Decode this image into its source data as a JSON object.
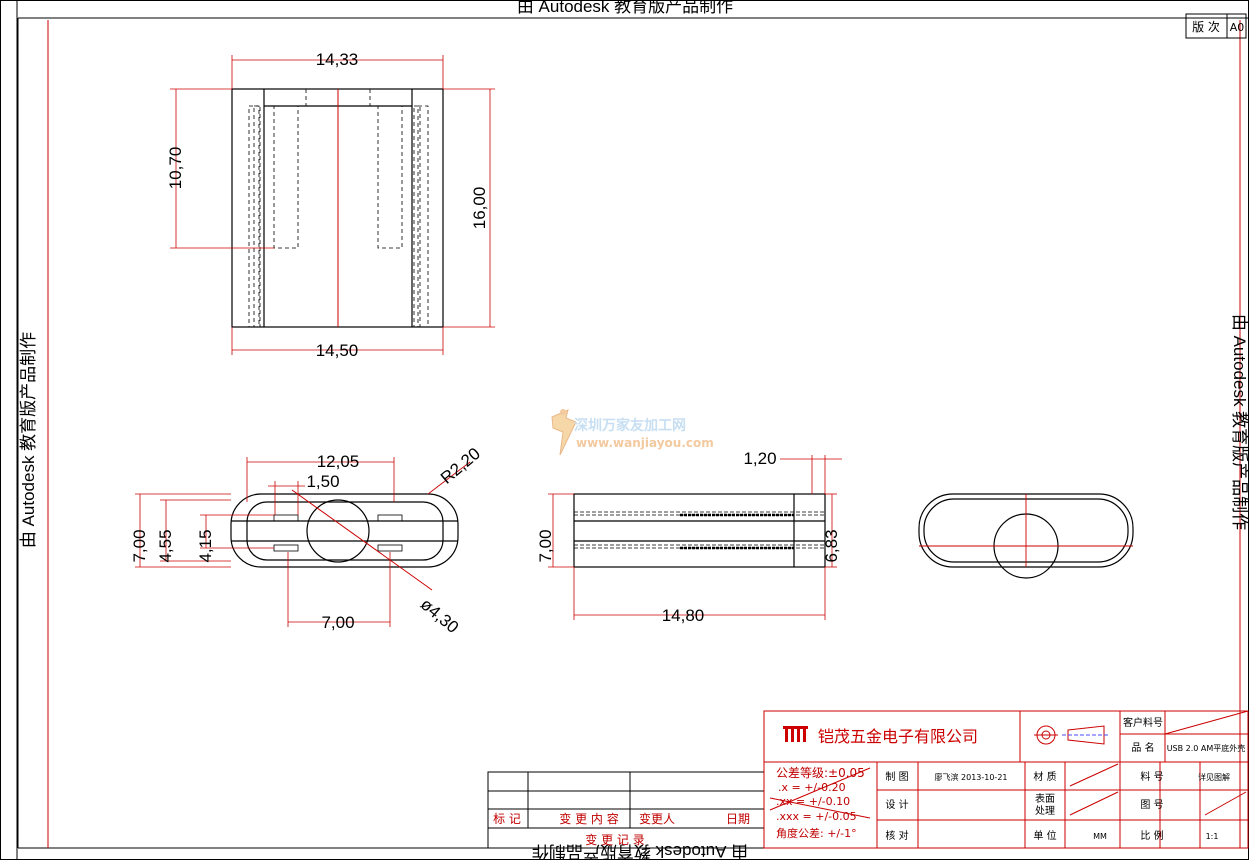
{
  "watermark": {
    "text": "由 Autodesk 教育版产品制作"
  },
  "revision": {
    "label": "版 次",
    "value": "A0"
  },
  "logo_site": {
    "name": "深圳万家友加工网",
    "url": "www.wanjiayou.com"
  },
  "dimensions": {
    "top_width_upper": "14,33",
    "top_height_inner": "10,70",
    "top_height_total": "16,00",
    "top_width_lower": "14,50",
    "end_width": "12,05",
    "end_slot": "1,50",
    "end_radius": "R2,20",
    "end_height_total": "7,00",
    "end_height_mid": "4,55",
    "end_height_inner": "4,15",
    "end_spacing": "7,00",
    "end_hole": "ø4,30",
    "side_wall": "1,20",
    "side_height": "7,00",
    "side_height_right": "6,83",
    "side_length": "14,80"
  },
  "change_record": {
    "mark": "标 记",
    "content": "变 更 内 容",
    "person": "变更人",
    "date": "日期",
    "title": "变 更 记 录"
  },
  "title_block": {
    "company": "铠茂五金电子有限公司",
    "tolerance_title": "公差等级:±0.05",
    "tol_x": ".x      =      +/-0.20",
    "tol_xx": ".xx    =      +/-0.10",
    "tol_xxx": ".xxx   =      +/-0.05",
    "tol_angle": "角度公差: +/-1°",
    "draw_label": "制 图",
    "draw_value": "廖飞滨 2013-10-21",
    "design_label": "设 计",
    "check_label": "核 对",
    "material_label": "材 质",
    "surface_label_1": "表面",
    "surface_label_2": "处理",
    "unit_label": "单 位",
    "unit_value": "MM",
    "customer_label": "客户料号",
    "product_label": "品  名",
    "product_value": "USB 2.0 AM平底外壳",
    "part_label": "料 号",
    "part_value": "详见图解",
    "drawing_no_label": "图 号",
    "scale_label": "比 例",
    "scale_value": "1:1"
  }
}
